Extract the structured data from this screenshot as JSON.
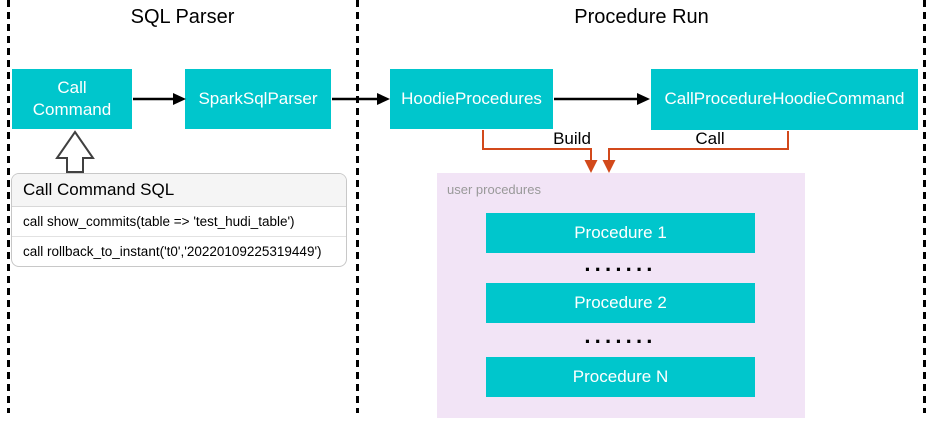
{
  "panels": {
    "sql_parser": {
      "title": "SQL Parser"
    },
    "procedure_run": {
      "title": "Procedure Run"
    }
  },
  "nodes": {
    "call_command": "Call Command",
    "spark_sql_parser": "SparkSqlParser",
    "hoodie_procedures": "HoodieProcedures",
    "call_procedure_hoodie_command": "CallProcedureHoodieCommand"
  },
  "edges": {
    "build_label": "Build",
    "call_label": "Call"
  },
  "sql_table": {
    "header": "Call Command SQL",
    "rows": [
      "call show_commits(table => 'test_hudi_table')",
      "call rollback_to_instant('t0','20220109225319449')"
    ]
  },
  "user_procedures": {
    "label": "user procedures",
    "items": [
      "Procedure 1",
      "Procedure 2",
      "Procedure N"
    ],
    "dots": "·······"
  },
  "colors": {
    "node_teal": "#00C6CC",
    "group_lavender": "#F2E4F6",
    "connector_orange": "#D2491B",
    "connector_black": "#000000",
    "muted_label_gray": "#999999"
  }
}
